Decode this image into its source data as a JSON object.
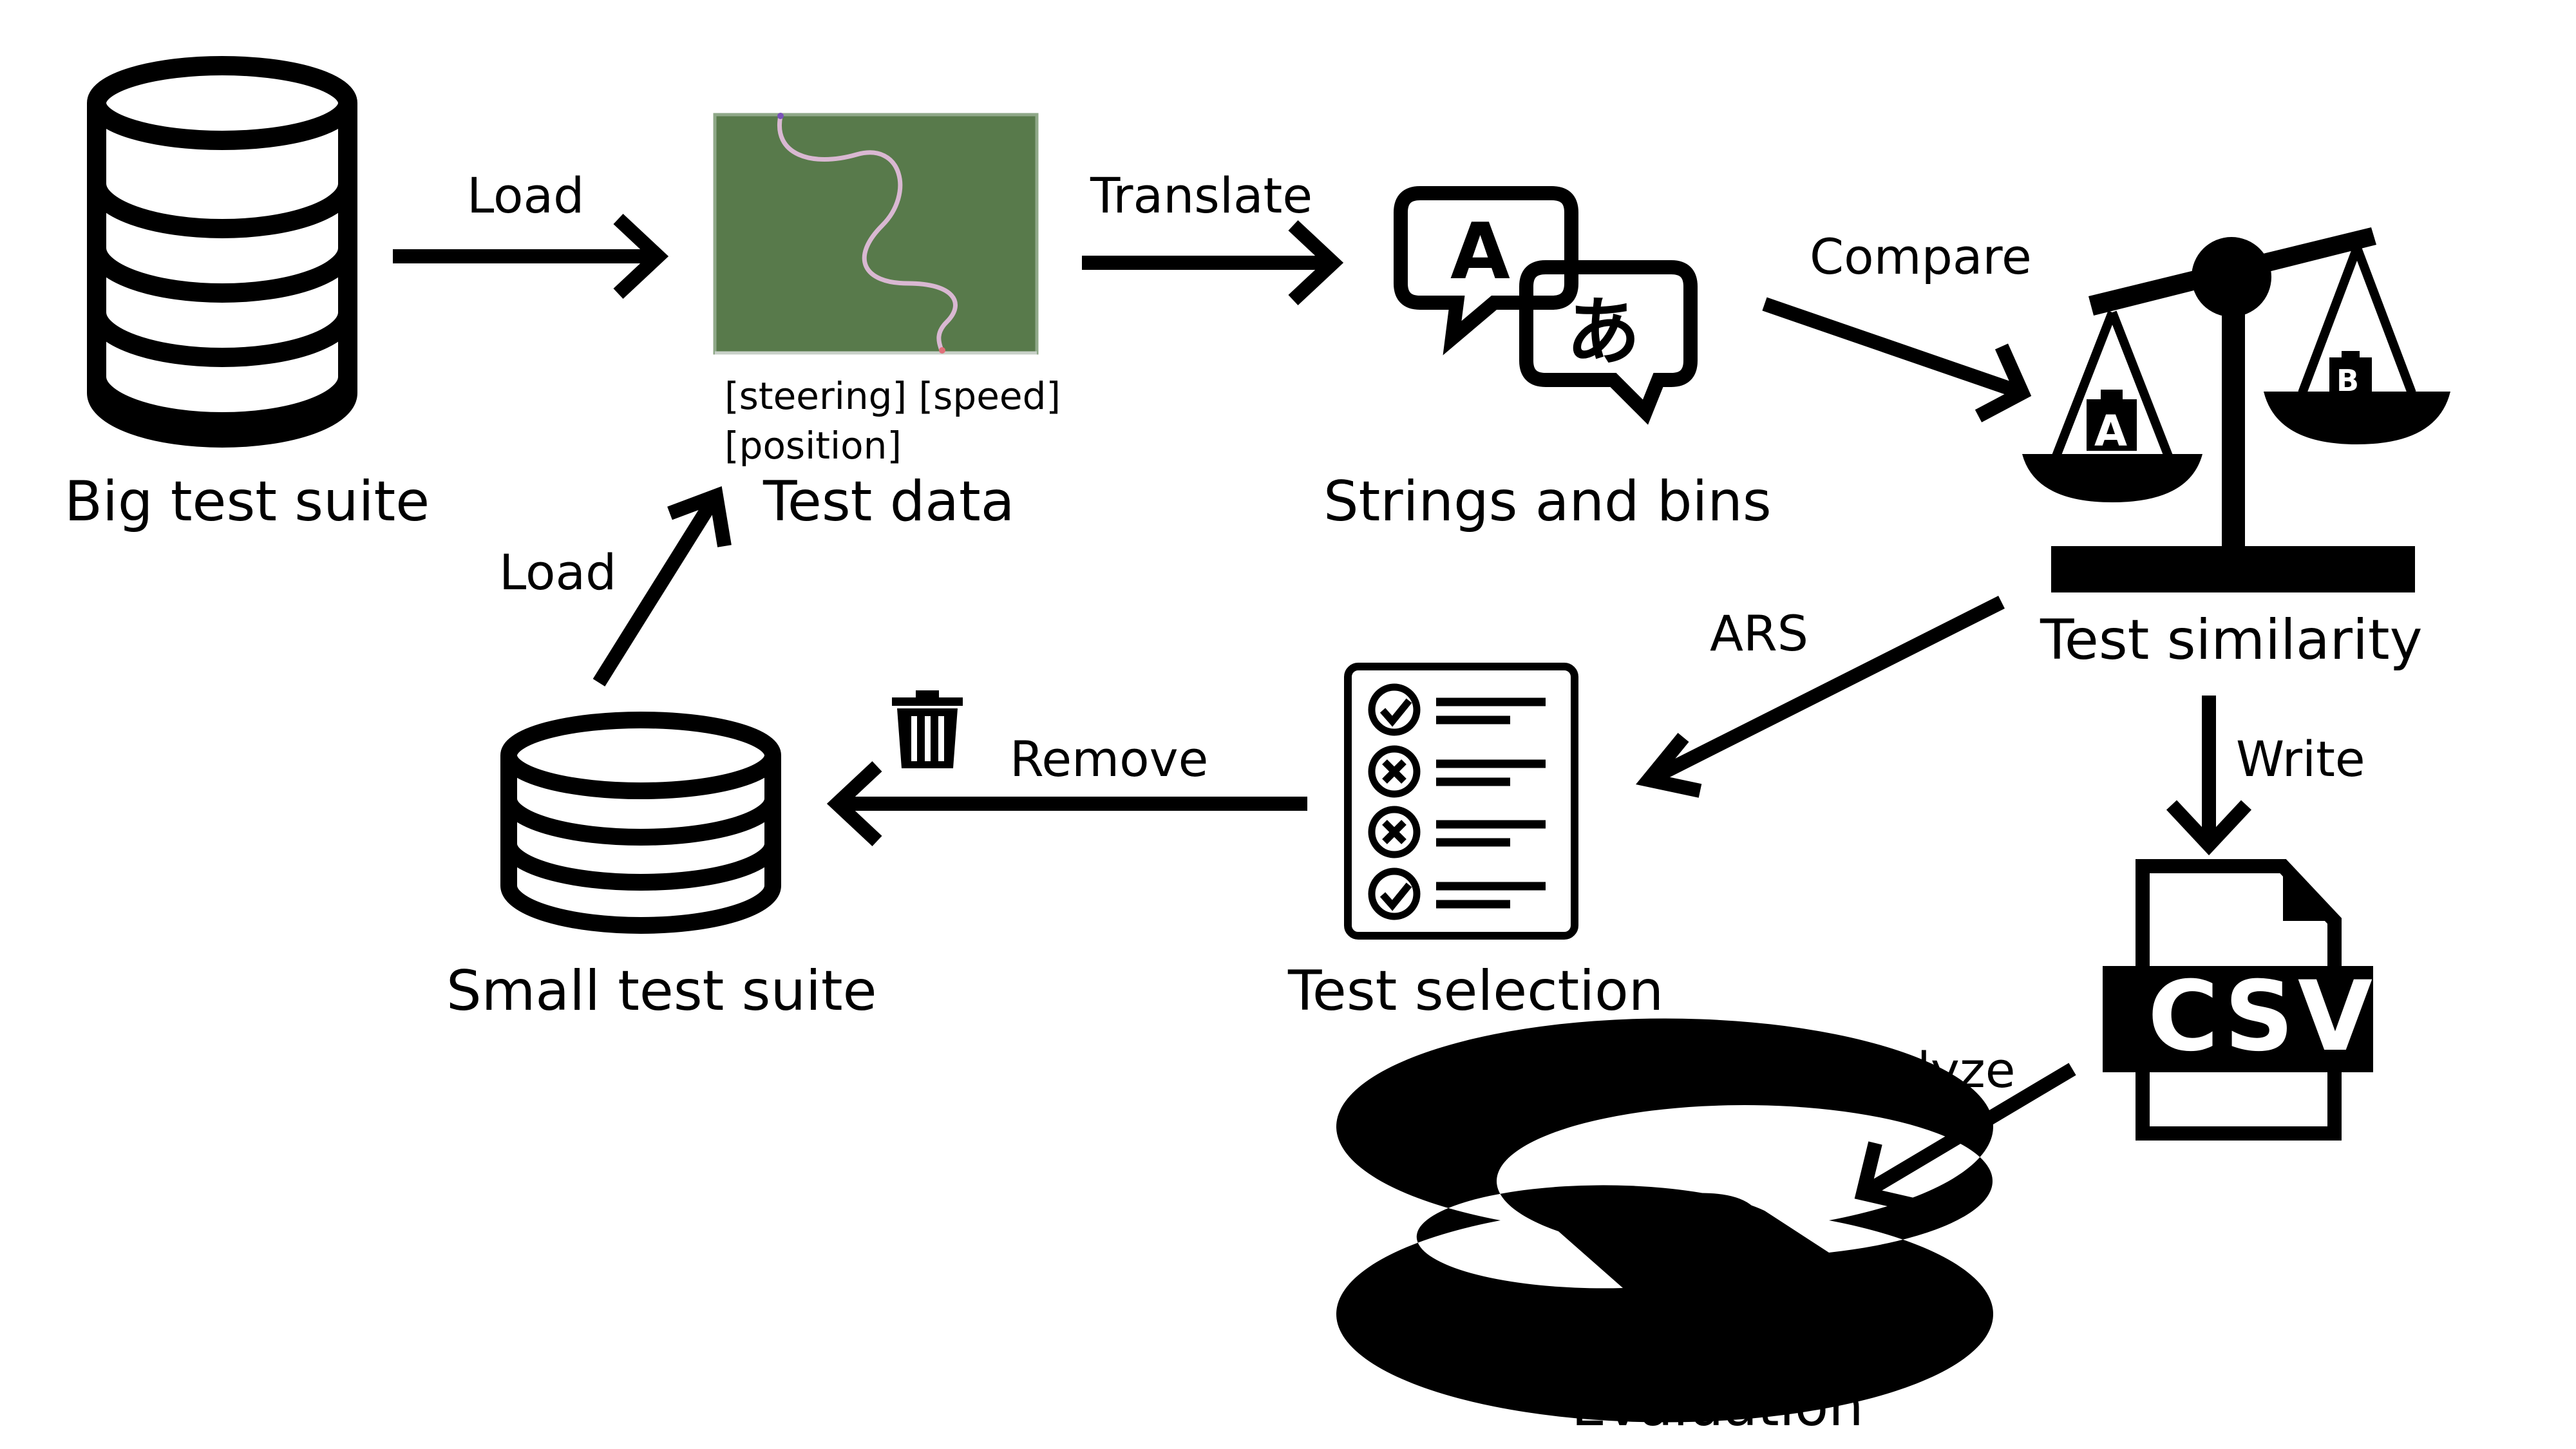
{
  "nodes": {
    "big_test_suite": "Big test suite",
    "test_data": "Test data",
    "test_data_fields_line1": "[steering] [speed]",
    "test_data_fields_line2": "[position]",
    "strings_and_bins": "Strings and bins",
    "test_similarity": "Test similarity",
    "test_selection": "Test selection",
    "small_test_suite": "Small test suite",
    "evaluation": "Evaluation"
  },
  "edges": {
    "load_big": "Load",
    "translate": "Translate",
    "compare": "Compare",
    "ars": "ARS",
    "write": "Write",
    "remove": "Remove",
    "load_small": "Load",
    "analyze": "Analyze"
  },
  "icons": {
    "translate_latin": "A",
    "translate_kana": "あ",
    "scale_left_weight": "A",
    "scale_right_weight": "B",
    "csv": "CSV",
    "r_logo": "R"
  },
  "colors": {
    "road_background": "#587a4b",
    "road_line": "#d9b8d2",
    "ink": "#000000"
  }
}
